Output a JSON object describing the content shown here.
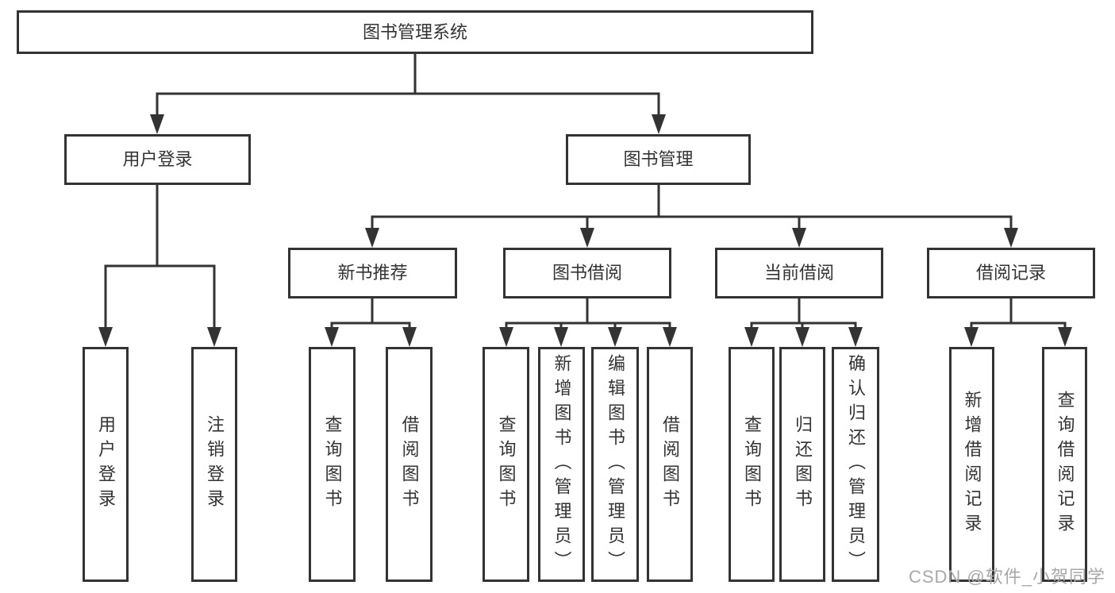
{
  "diagram": {
    "root": {
      "label": "图书管理系统"
    },
    "branches": [
      {
        "label": "用户登录",
        "children": [
          {
            "label": "用户登录"
          },
          {
            "label": "注销登录"
          }
        ]
      },
      {
        "label": "图书管理",
        "children": [
          {
            "label": "新书推荐",
            "children": [
              {
                "label": "查询图书"
              },
              {
                "label": "借阅图书"
              }
            ]
          },
          {
            "label": "图书借阅",
            "children": [
              {
                "label": "查询图书"
              },
              {
                "label": "新增图书（管理员）"
              },
              {
                "label": "编辑图书（管理员）"
              },
              {
                "label": "借阅图书"
              }
            ]
          },
          {
            "label": "当前借阅",
            "children": [
              {
                "label": "查询图书"
              },
              {
                "label": "归还图书"
              },
              {
                "label": "确认归还（管理员）"
              }
            ]
          },
          {
            "label": "借阅记录",
            "children": [
              {
                "label": "新增借阅记录"
              },
              {
                "label": "查询借阅记录"
              }
            ]
          }
        ]
      }
    ]
  },
  "watermark": {
    "text": "CSDN @软件_小贺同学"
  },
  "colors": {
    "line": "#333333",
    "box_fill": "#ffffff",
    "text": "#333333",
    "watermark": "#a8a8a8"
  }
}
